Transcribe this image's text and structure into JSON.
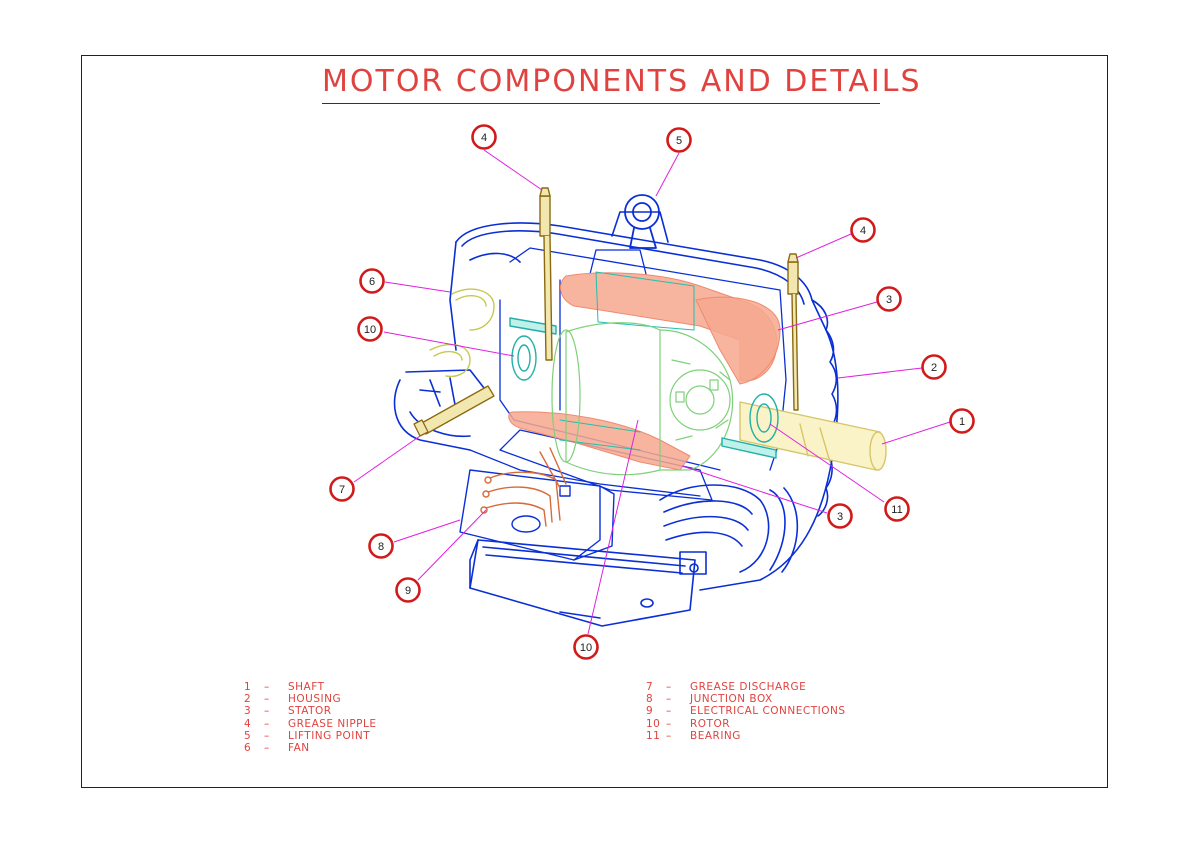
{
  "title": "MOTOR COMPONENTS AND DETAILS",
  "colors": {
    "title": "#e0433f",
    "frame": "#0a2fd6",
    "stator": "#f08a6e",
    "rotor": "#7fd07a",
    "shaft": "#d6c66a",
    "leader": "#e020e0",
    "callout_ring": "#d11a1a",
    "bearing": "#20b0a8",
    "nipple": "#8a6a10",
    "connections": "#d86a3a"
  },
  "callouts": [
    {
      "id": "c1",
      "label": "1"
    },
    {
      "id": "c2",
      "label": "2"
    },
    {
      "id": "c3a",
      "label": "3"
    },
    {
      "id": "c3b",
      "label": "3"
    },
    {
      "id": "c4a",
      "label": "4"
    },
    {
      "id": "c4b",
      "label": "4"
    },
    {
      "id": "c5",
      "label": "5"
    },
    {
      "id": "c6",
      "label": "6"
    },
    {
      "id": "c7",
      "label": "7"
    },
    {
      "id": "c8",
      "label": "8"
    },
    {
      "id": "c9",
      "label": "9"
    },
    {
      "id": "c10a",
      "label": "10"
    },
    {
      "id": "c10b",
      "label": "10"
    },
    {
      "id": "c11",
      "label": "11"
    }
  ],
  "legend_left": [
    {
      "num": "1",
      "dash": "–",
      "text": "SHAFT"
    },
    {
      "num": "2",
      "dash": "–",
      "text": "HOUSING"
    },
    {
      "num": "3",
      "dash": "–",
      "text": "STATOR"
    },
    {
      "num": "4",
      "dash": "–",
      "text": "GREASE NIPPLE"
    },
    {
      "num": "5",
      "dash": "–",
      "text": "LIFTING POINT"
    },
    {
      "num": "6",
      "dash": "–",
      "text": "FAN"
    }
  ],
  "legend_right": [
    {
      "num": "7",
      "dash": "–",
      "text": "GREASE DISCHARGE"
    },
    {
      "num": "8",
      "dash": "–",
      "text": "JUNCTION BOX"
    },
    {
      "num": "9",
      "dash": "–",
      "text": "ELECTRICAL CONNECTIONS"
    },
    {
      "num": "10",
      "dash": "–",
      "text": "ROTOR"
    },
    {
      "num": "11",
      "dash": "–",
      "text": "BEARING"
    }
  ]
}
